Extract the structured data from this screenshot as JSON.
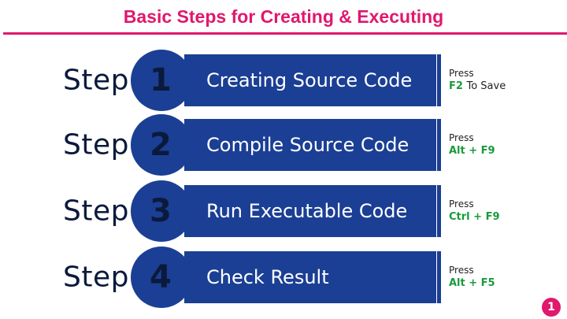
{
  "title": "Basic Steps for Creating & Executing",
  "colors": {
    "accent": "#e0186e",
    "bar": "#1b3f94",
    "key_text": "#1a9a3a",
    "dark_text": "#0b1a3c"
  },
  "steps": [
    {
      "word": "Step",
      "number": "1",
      "action": "Creating Source Code",
      "press_label": "Press",
      "keys": "F2",
      "note": "To Save"
    },
    {
      "word": "Step",
      "number": "2",
      "action": "Compile Source Code",
      "press_label": "Press",
      "keys": "Alt + F9",
      "note": ""
    },
    {
      "word": "Step",
      "number": "3",
      "action": "Run Executable Code",
      "press_label": "Press",
      "keys": "Ctrl + F9",
      "note": ""
    },
    {
      "word": "Step",
      "number": "4",
      "action": "Check Result",
      "press_label": "Press",
      "keys": "Alt + F5",
      "note": ""
    }
  ],
  "page_number": "1"
}
